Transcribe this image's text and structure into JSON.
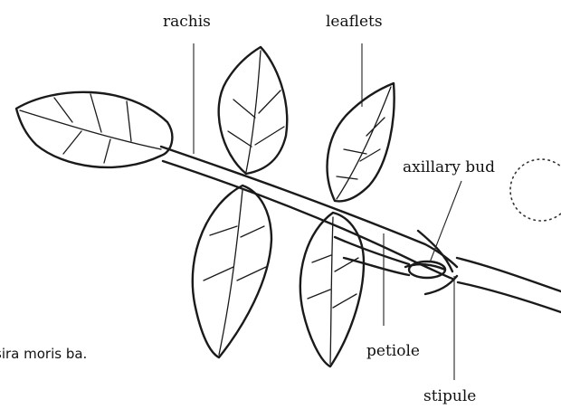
{
  "labels": {
    "rachis": "rachis",
    "leaflets": "leaflets",
    "axillary_bud": "axillary bud",
    "petiole": "petiole",
    "stipule": "stipule"
  },
  "caption_fragment": "sira moris ba."
}
